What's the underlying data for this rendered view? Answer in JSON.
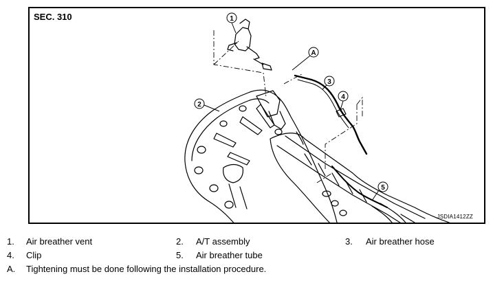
{
  "section_label": "SEC. 310",
  "image_code": "JSDIA1412ZZ",
  "callouts": [
    "1",
    "2",
    "3",
    "4",
    "5",
    "A"
  ],
  "legend": {
    "row1": [
      {
        "num": "1.",
        "text": "Air breather vent"
      },
      {
        "num": "2.",
        "text": "A/T assembly"
      },
      {
        "num": "3.",
        "text": "Air breather hose"
      }
    ],
    "row2": [
      {
        "num": "4.",
        "text": "Clip"
      },
      {
        "num": "5.",
        "text": "Air breather tube"
      }
    ],
    "row3": [
      {
        "num": "A.",
        "text": "Tightening must be done following the installation procedure."
      }
    ]
  }
}
